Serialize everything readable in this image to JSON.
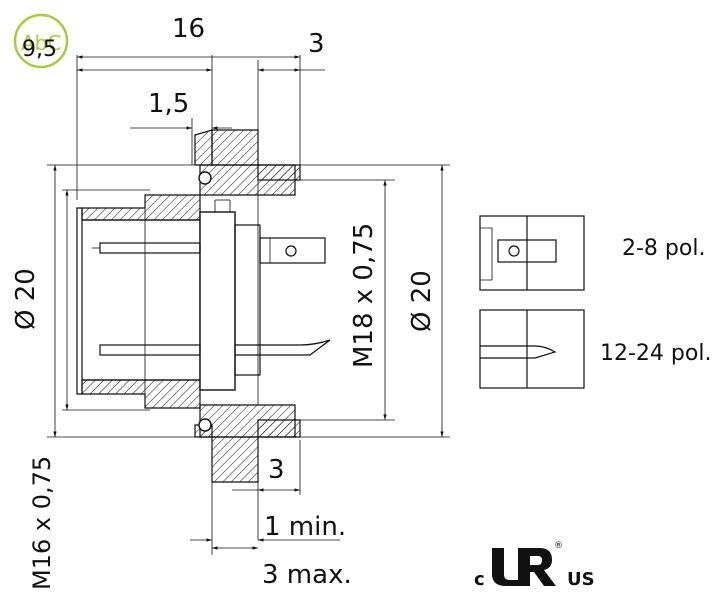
{
  "dimensions": {
    "d_9_5": "9,5",
    "d_16": "16",
    "d_3_top": "3",
    "d_1_5": "1,5",
    "d_dia20_left": "Ø 20",
    "d_m18": "M18 x 0,75",
    "d_dia20_right": "Ø 20",
    "d_m16": "M16 x 0,75",
    "d_3_bottom": "3",
    "d_1min": "1 min.",
    "d_3max": "3 max."
  },
  "variants": {
    "small_label": "2-8 pol.",
    "large_label": "12-24 pol."
  },
  "certification": {
    "c_letter": "c",
    "ur_mark": "R",
    "us_letters": "US",
    "registered": "®"
  },
  "logo": {
    "text": "AbC"
  },
  "colors": {
    "logo_green": "#a8cc3c",
    "ink": "#111111"
  }
}
